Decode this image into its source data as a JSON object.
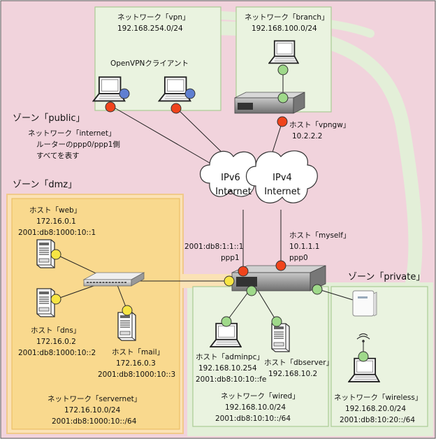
{
  "colors": {
    "zone_public": "#f1d3dc",
    "zone_dmz": "#fbe2b5",
    "net_dmz": "#f9d98e",
    "net_green": "#eaf3e0",
    "green_border": "#aacb94",
    "dmz_border": "#e9b95a",
    "red_port": "#f0441c",
    "yellow_port": "#f7e544",
    "green_port": "#9fd98a",
    "blue_port": "#5f7fd1",
    "line": "#222222"
  },
  "zones": {
    "public": "ゾーン「public」",
    "public_note": [
      "ネットワーク「internet」",
      "ルーターのppp0/ppp1側",
      "すべてを表す"
    ],
    "dmz": "ゾーン「dmz」",
    "private": "ゾーン「private」"
  },
  "networks": {
    "vpn": {
      "name": "ネットワーク「vpn」",
      "addr": "192.168.254.0/24",
      "client_label": "OpenVPNクライアント"
    },
    "branch": {
      "name": "ネットワーク「branch」",
      "addr": "192.168.100.0/24"
    },
    "servernet": {
      "name": "ネットワーク「servernet」",
      "addr4": "172.16.10.0/24",
      "addr6": "2001:db8:1000:10::/64"
    },
    "wired": {
      "name": "ネットワーク「wired」",
      "addr4": "192.168.10.0/24",
      "addr6": "2001:db8:10:10::/64"
    },
    "wireless": {
      "name": "ネットワーク「wireless」",
      "addr4": "192.168.20.0/24",
      "addr6": "2001:db8:10:20::/64"
    }
  },
  "hosts": {
    "vpngw": {
      "name": "ホスト「vpngw」",
      "addr": "10.2.2.2"
    },
    "web": {
      "name": "ホスト「web」",
      "addr4": "172.16.0.1",
      "addr6": "2001:db8:1000:10::1"
    },
    "dns": {
      "name": "ホスト「dns」",
      "addr4": "172.16.0.2",
      "addr6": "2001:db8:1000:10::2"
    },
    "mail": {
      "name": "ホスト「mail」",
      "addr4": "172.16.0.3",
      "addr6": "2001:db8:1000:10::3"
    },
    "myself": {
      "name": "ホスト「myself」",
      "addr": "10.1.1.1",
      "iface": "ppp0"
    },
    "adminpc": {
      "name": "ホスト「adminpc」",
      "addr4": "192.168.10.254",
      "addr6": "2001:db8:10:10::fe"
    },
    "dbserver": {
      "name": "ホスト「dbserver」",
      "addr": "192.168.10.2"
    }
  },
  "router": {
    "ipv6_addr": "2001:db8:1:1::1",
    "ipv6_iface": "ppp1"
  },
  "clouds": {
    "ipv6": [
      "IPv6",
      "Internet"
    ],
    "ipv4": [
      "IPv4",
      "Internet"
    ]
  }
}
